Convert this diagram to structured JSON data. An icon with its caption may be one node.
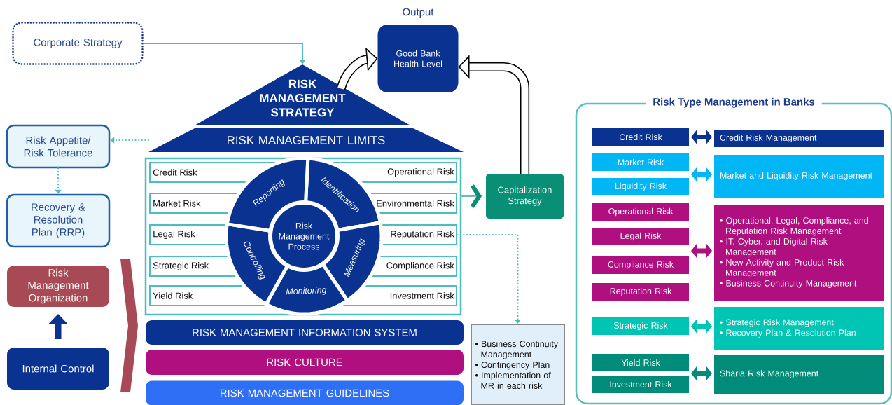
{
  "diagram": {
    "nodes": [
      {
        "text": [
          "Corporate Strategy"
        ]
      },
      {
        "text": [
          "Output",
          "Good Bank Health Level"
        ]
      },
      {
        "text": [
          "RISK MANAGEMENT STRATEGY"
        ]
      },
      {
        "text": [
          "RISK MANAGEMENT LIMITS"
        ]
      },
      {
        "text": [
          "Risk Appetite/ Risk Tolerance"
        ]
      },
      {
        "text": [
          "Recovery & Resolution Plan (RRP)"
        ]
      },
      {
        "text": [],
        "shape": "box"
      },
      {
        "text": [
          "Credit Risk",
          "Operational Risk"
        ],
        "in": 6
      },
      {
        "text": [
          "Market Risk",
          "Environmental Risk"
        ],
        "in": 6
      },
      {
        "text": [
          "Legal Risk",
          "Reputation Risk"
        ],
        "in": 6
      },
      {
        "text": [
          "Strategic Risk",
          "Compliance Risk"
        ],
        "in": 6
      },
      {
        "text": [
          "Yield Risk",
          "Investment Risk"
        ],
        "in": 6
      },
      {
        "text": [
          "Risk Management Process"
        ],
        "in": 6
      },
      {
        "text": [
          "Identification"
        ],
        "in": 6
      },
      {
        "text": [
          "Measuring"
        ],
        "in": 6
      },
      {
        "text": [
          "Monitoring"
        ],
        "in": 6
      },
      {
        "text": [
          "Controlling"
        ],
        "in": 6
      },
      {
        "text": [
          "Reporting"
        ],
        "in": 6
      },
      {
        "text": [
          "Capitalization Strategy"
        ]
      },
      {
        "text": [
          "Risk Management Organization"
        ]
      },
      {
        "text": [
          "Internal Control"
        ]
      },
      {
        "text": [
          "RISK MANAGEMENT INFORMATION SYSTEM"
        ]
      },
      {
        "text": [
          "RISK CULTURE"
        ]
      },
      {
        "text": [
          "RISK MANAGEMENT GUIDELINES"
        ]
      },
      {
        "text": [
          "• Business Continuity Management",
          "• Contingency Plan",
          "• Implementation of MR in each risk"
        ]
      },
      {
        "text": [
          "Risk Type Management in Banks"
        ]
      },
      {
        "text": [
          "Credit Risk"
        ],
        "in": 25
      },
      {
        "text": [
          "Credit Risk Management"
        ],
        "in": 25
      },
      {
        "text": [
          "Market Risk"
        ],
        "in": 25
      },
      {
        "text": [
          "Liquidity Risk"
        ],
        "in": 25
      },
      {
        "text": [
          "Market and Liquidity Risk Management"
        ],
        "in": 25
      },
      {
        "text": [
          "Operational Risk"
        ],
        "in": 25
      },
      {
        "text": [
          "Legal Risk"
        ],
        "in": 25
      },
      {
        "text": [
          "Compliance Risk"
        ],
        "in": 25
      },
      {
        "text": [
          "Reputation Risk"
        ],
        "in": 25
      },
      {
        "text": [
          "• Operational, Legal, Compliance, and Reputation Risk Management",
          "• IT, Cyber, and Digital Risk Management",
          "• New Activity and Product Risk Management",
          "• Business Continuity Management"
        ],
        "in": 25
      },
      {
        "text": [
          "Strategic Risk"
        ],
        "in": 25
      },
      {
        "text": [
          "• Strategic Risk Management",
          "• Recovery Plan & Resolution Plan"
        ],
        "in": 25
      },
      {
        "text": [
          "Yield Risk"
        ],
        "in": 25
      },
      {
        "text": [
          "Investment Risk"
        ],
        "in": 25
      },
      {
        "text": [
          "Sharia Risk Management"
        ],
        "in": 25
      },
      {
        "text": [],
        "shape": "chevron"
      }
    ],
    "edges": [
      {
        "from": 0,
        "to": 2,
        "arrow": "to",
        "color": "#4dbdbd"
      },
      {
        "from": 2,
        "to": 1,
        "arrow": "to",
        "style": "thick",
        "color": "#000000"
      },
      {
        "from": 18,
        "to": 1,
        "arrow": "to",
        "style": "thick",
        "color": "#000000"
      },
      {
        "from": 3,
        "to": 4,
        "arrow": "to",
        "style": "dashed",
        "color": "#4dbdbd"
      },
      {
        "from": 4,
        "to": 5,
        "arrow": "to",
        "style": "dashed",
        "color": "#4dbdbd"
      },
      {
        "from": 6,
        "to": 18,
        "arrow": "to",
        "color": "#0a8f77"
      },
      {
        "from": 9,
        "to": 24,
        "arrow": "to",
        "style": "dashed",
        "color": "#4dbdbd"
      },
      {
        "from": 20,
        "to": 19,
        "arrow": "to",
        "color": "#0a3291"
      },
      {
        "from": 26,
        "to": 27,
        "arrow": "both",
        "color": "#0a3291"
      },
      {
        "from": 28,
        "to": 30,
        "arrow": "both",
        "color": "#00b6f5"
      },
      {
        "from": 29,
        "to": 30,
        "arrow": "both",
        "color": "#00b6f5"
      },
      {
        "from": 32,
        "to": 35,
        "arrow": "both",
        "color": "#b0107f"
      },
      {
        "from": 33,
        "to": 35,
        "arrow": "both",
        "color": "#b0107f"
      },
      {
        "from": 36,
        "to": 37,
        "arrow": "both",
        "color": "#00c4b4"
      },
      {
        "from": 38,
        "to": 40,
        "arrow": "both",
        "color": "#008c78"
      },
      {
        "from": 39,
        "to": 40,
        "arrow": "both",
        "color": "#008c78"
      }
    ]
  }
}
